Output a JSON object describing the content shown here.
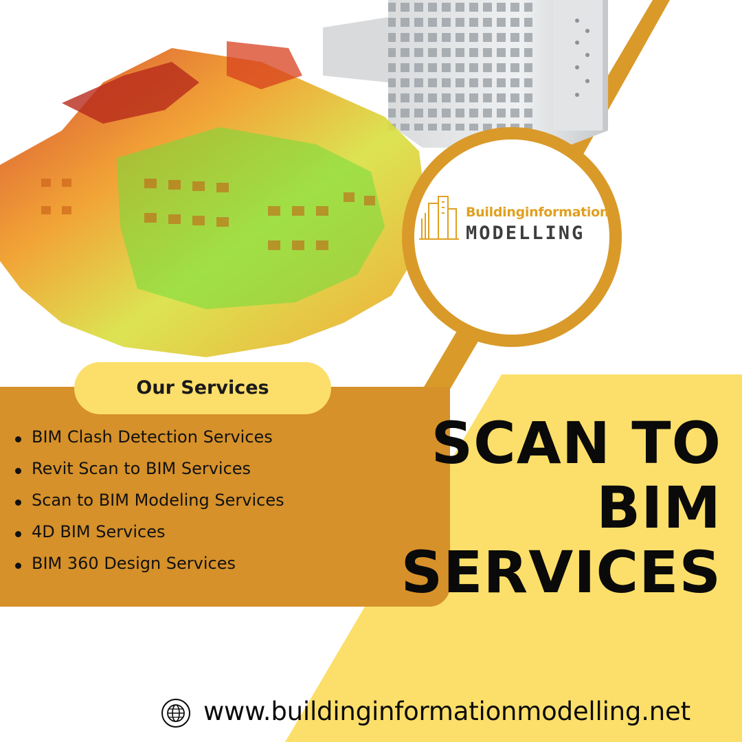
{
  "brand": {
    "logo_line1": "Buildinginformation",
    "logo_line2": "MODELLING",
    "accent_color": "#d99a2a",
    "yellow_color": "#fcdf6a"
  },
  "services": {
    "title": "Our Services",
    "items": [
      "BIM Clash Detection Services",
      "Revit Scan to BIM Services",
      "Scan to BIM Modeling Services",
      "4D BIM Services",
      "BIM 360 Design Services"
    ]
  },
  "headline": {
    "line1": "SCAN TO",
    "line2": "BIM",
    "line3": "SERVICES"
  },
  "footer": {
    "icon": "globe-icon",
    "website": "www.buildinginformationmodelling.net"
  },
  "image": {
    "subject": "point-cloud-building-scan"
  }
}
